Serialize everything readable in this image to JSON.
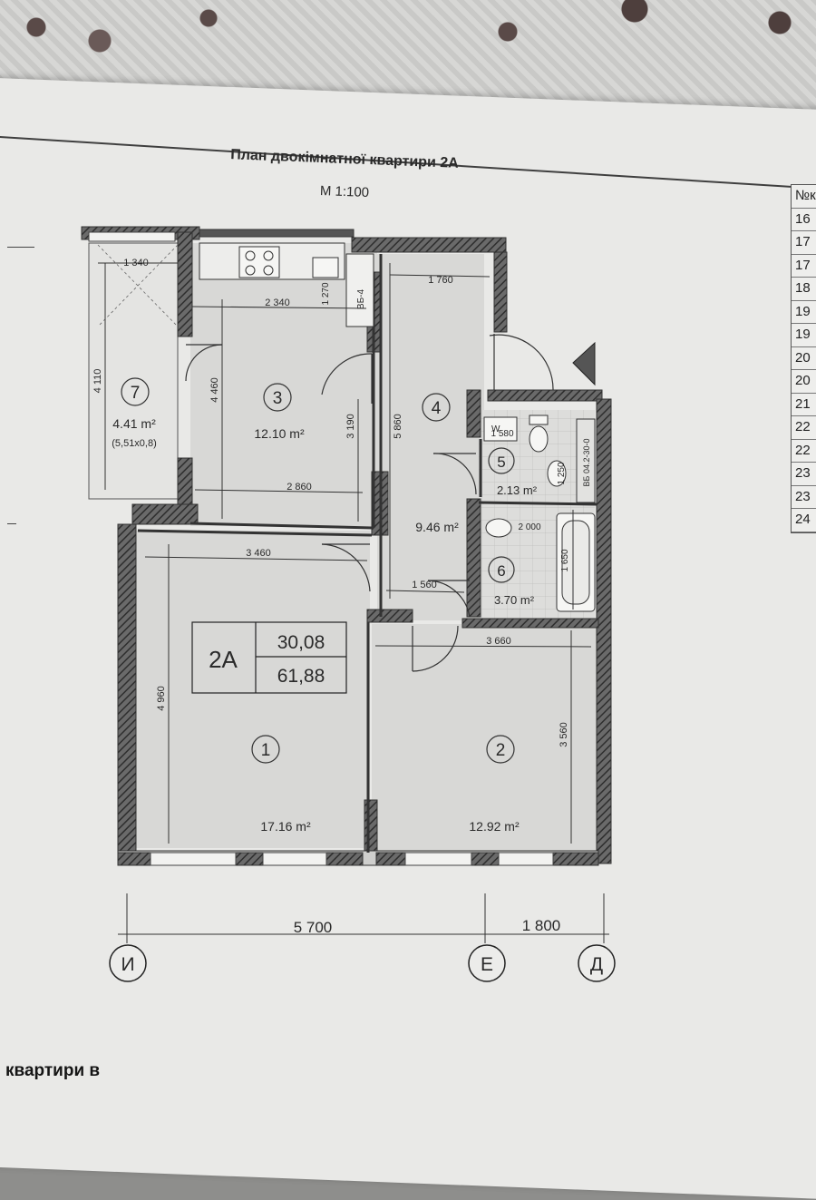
{
  "document": {
    "title": "План двокімнатної квартири 2А",
    "scale": "М 1:100",
    "bottom_text": "квартири в"
  },
  "apartment": {
    "type": "2A",
    "living_area": "30,08",
    "total_area": "61,88"
  },
  "rooms": [
    {
      "number": "1",
      "area": "17.16 m²"
    },
    {
      "number": "2",
      "area": "12.92 m²"
    },
    {
      "number": "3",
      "area": "12.10 m²"
    },
    {
      "number": "4",
      "area": "9.46 m²"
    },
    {
      "number": "5",
      "area": "2.13 m²"
    },
    {
      "number": "6",
      "area": "3.70 m²"
    },
    {
      "number": "7",
      "area": "4.41 m²",
      "note": "(5,51x0,8)"
    }
  ],
  "dimensions": {
    "d1340": "1 340",
    "d1270": "1 270",
    "d1760": "1 760",
    "d2340": "2 340",
    "d4110": "4 110",
    "d4460": "4 460",
    "d3190": "3 190",
    "d5860": "5 860",
    "d2860": "2 860",
    "d1580": "1 580",
    "d1250": "1 250",
    "d2000": "2 000",
    "d3460": "3 460",
    "d1560": "1 560",
    "d1650": "1 650",
    "d3660": "3 660",
    "d4960": "4 960",
    "d3560": "3 560",
    "d5700": "5 700",
    "d1800": "1 800"
  },
  "axes": [
    "И",
    "Е",
    "Д"
  ],
  "equipment": {
    "vent_label": "ВБ-4",
    "cabinet_label": "ВБ 04.2-30-0",
    "washer_label": "W"
  },
  "side_table": {
    "header": "№к",
    "rows": [
      "16",
      "17",
      "17",
      "18",
      "19",
      "19",
      "20",
      "20",
      "21",
      "22",
      "22",
      "23",
      "23",
      "24"
    ]
  },
  "colors": {
    "paper": "#e9e9e7",
    "room_fill": "#dcdcda",
    "wall": "#444444",
    "line": "#2f2f2f"
  }
}
